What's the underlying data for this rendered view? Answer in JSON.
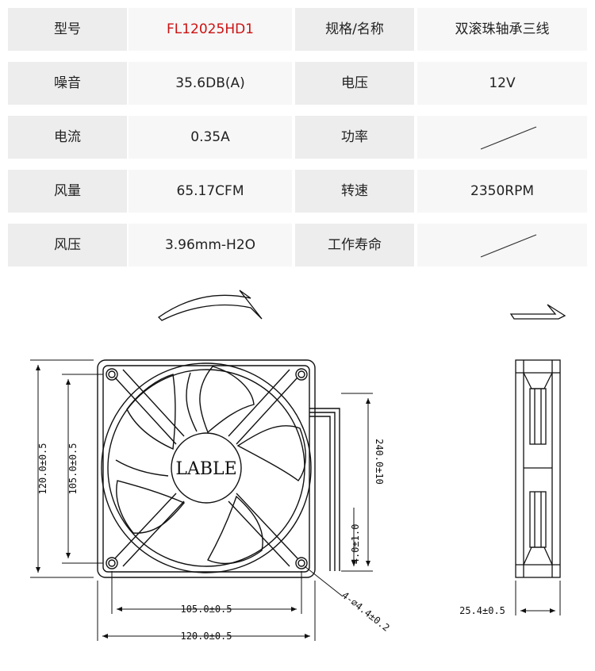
{
  "specs": {
    "rows": [
      {
        "l1": "型号",
        "v1": "FL12025HD1",
        "l2": "规格/名称",
        "v2": "双滚珠轴承三线"
      },
      {
        "l1": "噪音",
        "v1": "35.6DB(A)",
        "l2": "电压",
        "v2": "12V"
      },
      {
        "l1": "电流",
        "v1": "0.35A",
        "l2": "功率",
        "v2": ""
      },
      {
        "l1": "风量",
        "v1": "65.17CFM",
        "l2": "转速",
        "v2": "2350RPM"
      },
      {
        "l1": "风压",
        "v1": "3.96mm-H2O",
        "l2": "工作寿命",
        "v2": ""
      }
    ],
    "accent_color": "#cc1111"
  },
  "drawing": {
    "hub_label": "LABLE",
    "dim_height": "120.0±0.5",
    "dim_hole_height": "105.0±0.5",
    "dim_hole_width": "105.0±0.5",
    "dim_width": "120.0±0.5",
    "dim_lead_length": "240.0±10",
    "dim_lead_strip": "4.0±1.0",
    "dim_holes": "4-⌀4.4±0.2",
    "dim_thickness": "25.4±0.5"
  }
}
